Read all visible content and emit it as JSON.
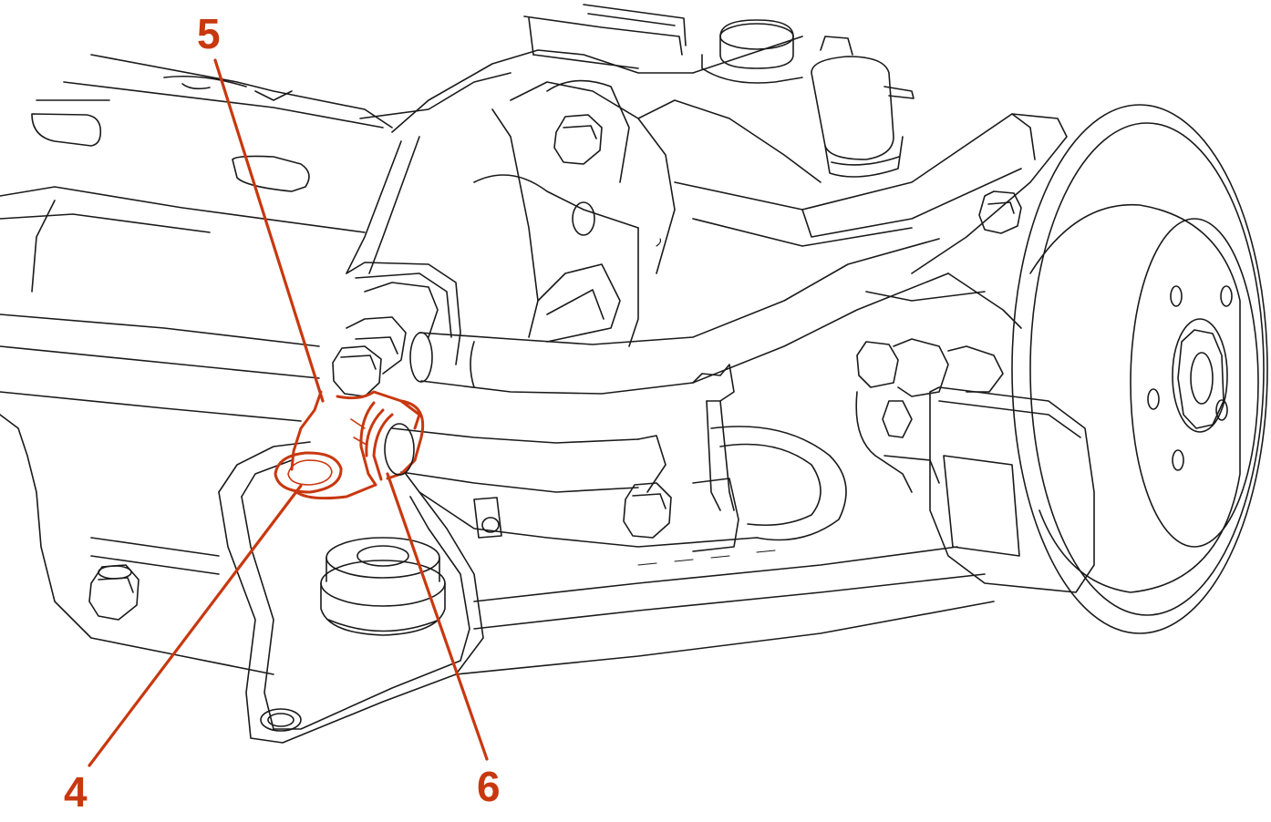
{
  "callouts": [
    {
      "id": "4",
      "label": "4"
    },
    {
      "id": "5",
      "label": "5"
    },
    {
      "id": "6",
      "label": "6"
    }
  ],
  "colors": {
    "highlight": "#c8380f",
    "linework": "#1a1a1a",
    "background": "#ffffff"
  }
}
